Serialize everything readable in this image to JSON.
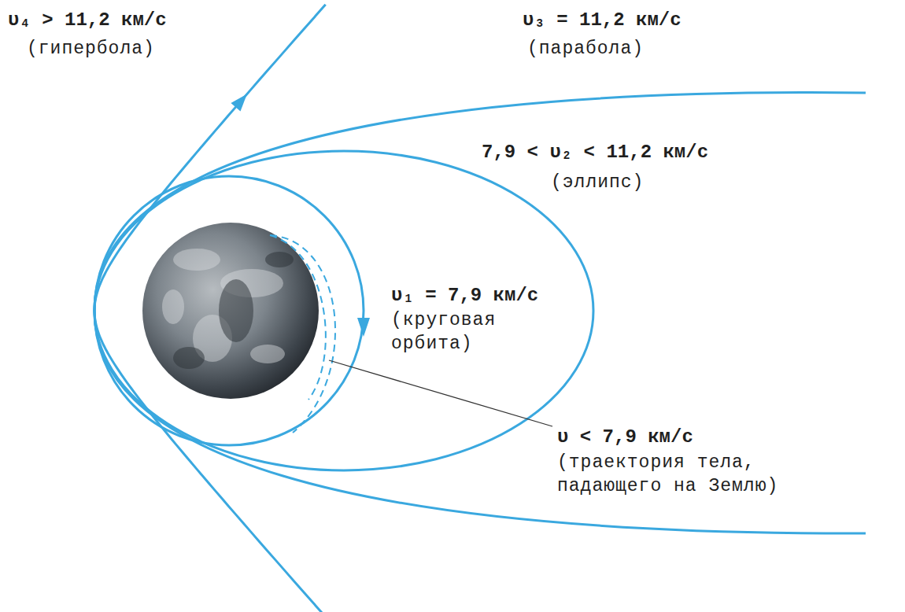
{
  "diagram": {
    "labels": [
      "υ₄ > 11,2 км/с",
      "(гипербола)",
      "υ₃ = 11,2 км/с",
      "(парабола)",
      "7,9 < υ₂ < 11,2 км/с",
      "(эллипс)",
      "υ₁ = 7,9 км/с",
      "(круговая орбита)",
      "υ < 7,9 км/с",
      "(траектория тела, падающего на Землю)"
    ]
  }
}
